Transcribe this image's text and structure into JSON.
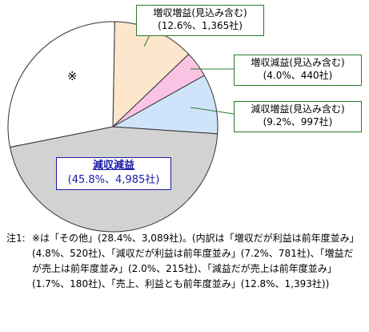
{
  "chart_data": {
    "type": "pie",
    "slices": [
      {
        "category": "増収増益(見込み含む)",
        "share_percent": 12.6,
        "companies": 1365,
        "label_line1": "増収増益(見込み含む)",
        "label_line2": "(12.6%、1,365社)",
        "color": "#fde6cc"
      },
      {
        "category": "増収減益(見込み含む)",
        "share_percent": 4.0,
        "companies": 440,
        "label_line1": "増収減益(見込み含む)",
        "label_line2": "(4.0%、440社)",
        "color": "#f9c4e4"
      },
      {
        "category": "減収増益(見込み含む)",
        "share_percent": 9.2,
        "companies": 997,
        "label_line1": "減収増益(見込み含む)",
        "label_line2": "(9.2%、997社)",
        "color": "#cfe4fa"
      },
      {
        "category": "減収減益",
        "share_percent": 45.8,
        "companies": 4985,
        "label_line1": "減収減益",
        "label_line2": "(45.8%、4,985社)",
        "color": "#d2d2d2"
      },
      {
        "category": "※",
        "share_percent": 28.4,
        "companies": 3089,
        "label_line1": "※",
        "label_line2": "",
        "color": "#ffffff"
      }
    ]
  },
  "note": {
    "label": "注1:",
    "text": "※は「その他」(28.4%、3,089社)。(内訳は「増収だが利益は前年度並み」(4.8%、520社)、「減収だが利益は前年度並み」(7.2%、781社)、「増益だが売上は前年度並み」(2.0%、215社)、「減益だが売上は前年度並み」(1.7%、180社)、「売上、利益とも前年度並み」(12.8%、1,393社))"
  }
}
